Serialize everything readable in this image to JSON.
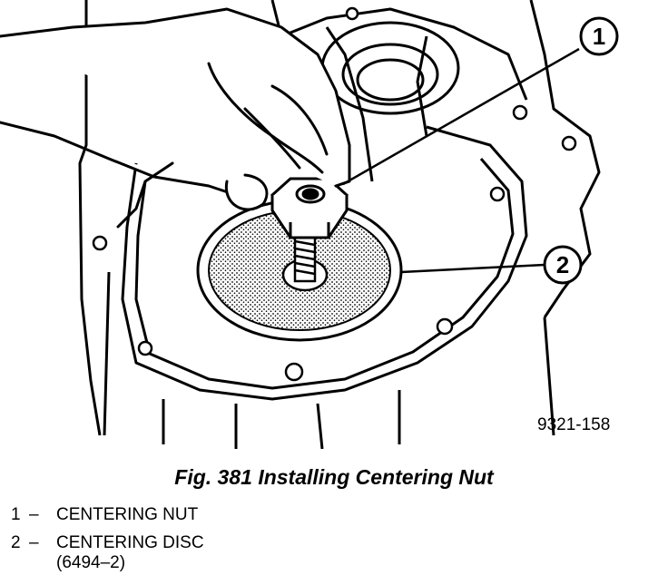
{
  "figure": {
    "code": "9321-158",
    "callouts": [
      {
        "number": "1"
      },
      {
        "number": "2"
      }
    ]
  },
  "caption": "Fig. 381 Installing Centering Nut",
  "legend": [
    {
      "number": "1",
      "dash": "–",
      "text": "CENTERING NUT"
    },
    {
      "number": "2",
      "dash": "–",
      "text": "CENTERING DISC"
    }
  ],
  "legend_extra": "(6494–2)"
}
